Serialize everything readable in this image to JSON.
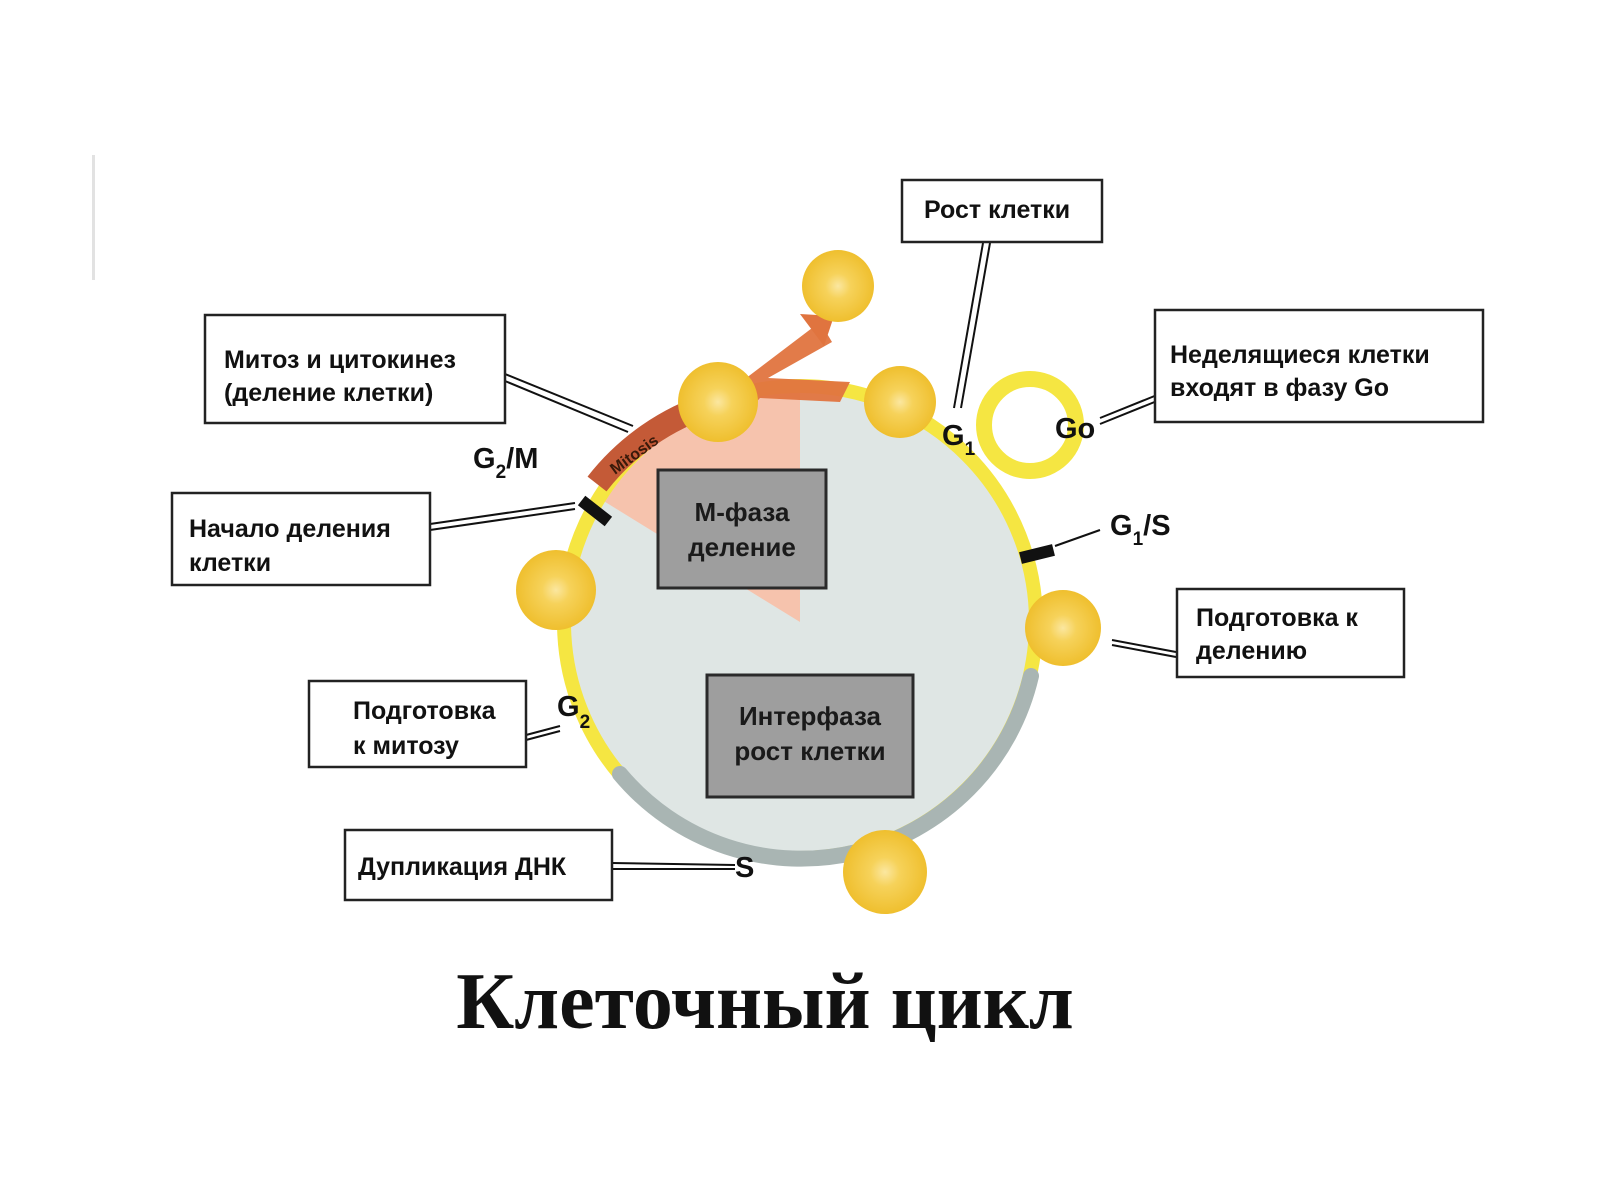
{
  "title": "Клеточный цикл",
  "labels": {
    "cell_growth": "Рост клетки",
    "mitosis_cytokinesis": [
      "Митоз и цитокинез",
      "(деление клетки)"
    ],
    "non_dividing": [
      "Неделящиеся клетки",
      "входят в фазу Go"
    ],
    "division_start": [
      "Начало деления",
      "клетки"
    ],
    "prep_division": [
      "Подготовка к",
      "делению"
    ],
    "prep_mitosis": [
      "Подготовка",
      "к митозу"
    ],
    "dna_duplication": "Дупликация ДНК"
  },
  "phases": {
    "g1": "G",
    "g1_sub": "1",
    "go": "Go",
    "g1s": "G",
    "g1s_sub": "1",
    "g1s_tail": "/S",
    "g2m": "G",
    "g2m_sub": "2",
    "g2m_tail": "/M",
    "g2": "G",
    "g2_sub": "2",
    "s": "S"
  },
  "center_boxes": {
    "m_phase": [
      "М-фаза",
      "деление"
    ],
    "interphase": [
      "Интерфаза",
      "рост клетки"
    ]
  },
  "arc_label": "Mitosis",
  "colors": {
    "cycle_yellow": "#f5e642",
    "s_phase_gray": "#a9b5b3",
    "inner_fill": "#dfe6e4",
    "m_sector": "#f6c3ad",
    "mitosis_arc": "#d2603a",
    "arrow": "#e0743f",
    "cell": "#f3c93a",
    "center_box": "#9e9e9e"
  }
}
